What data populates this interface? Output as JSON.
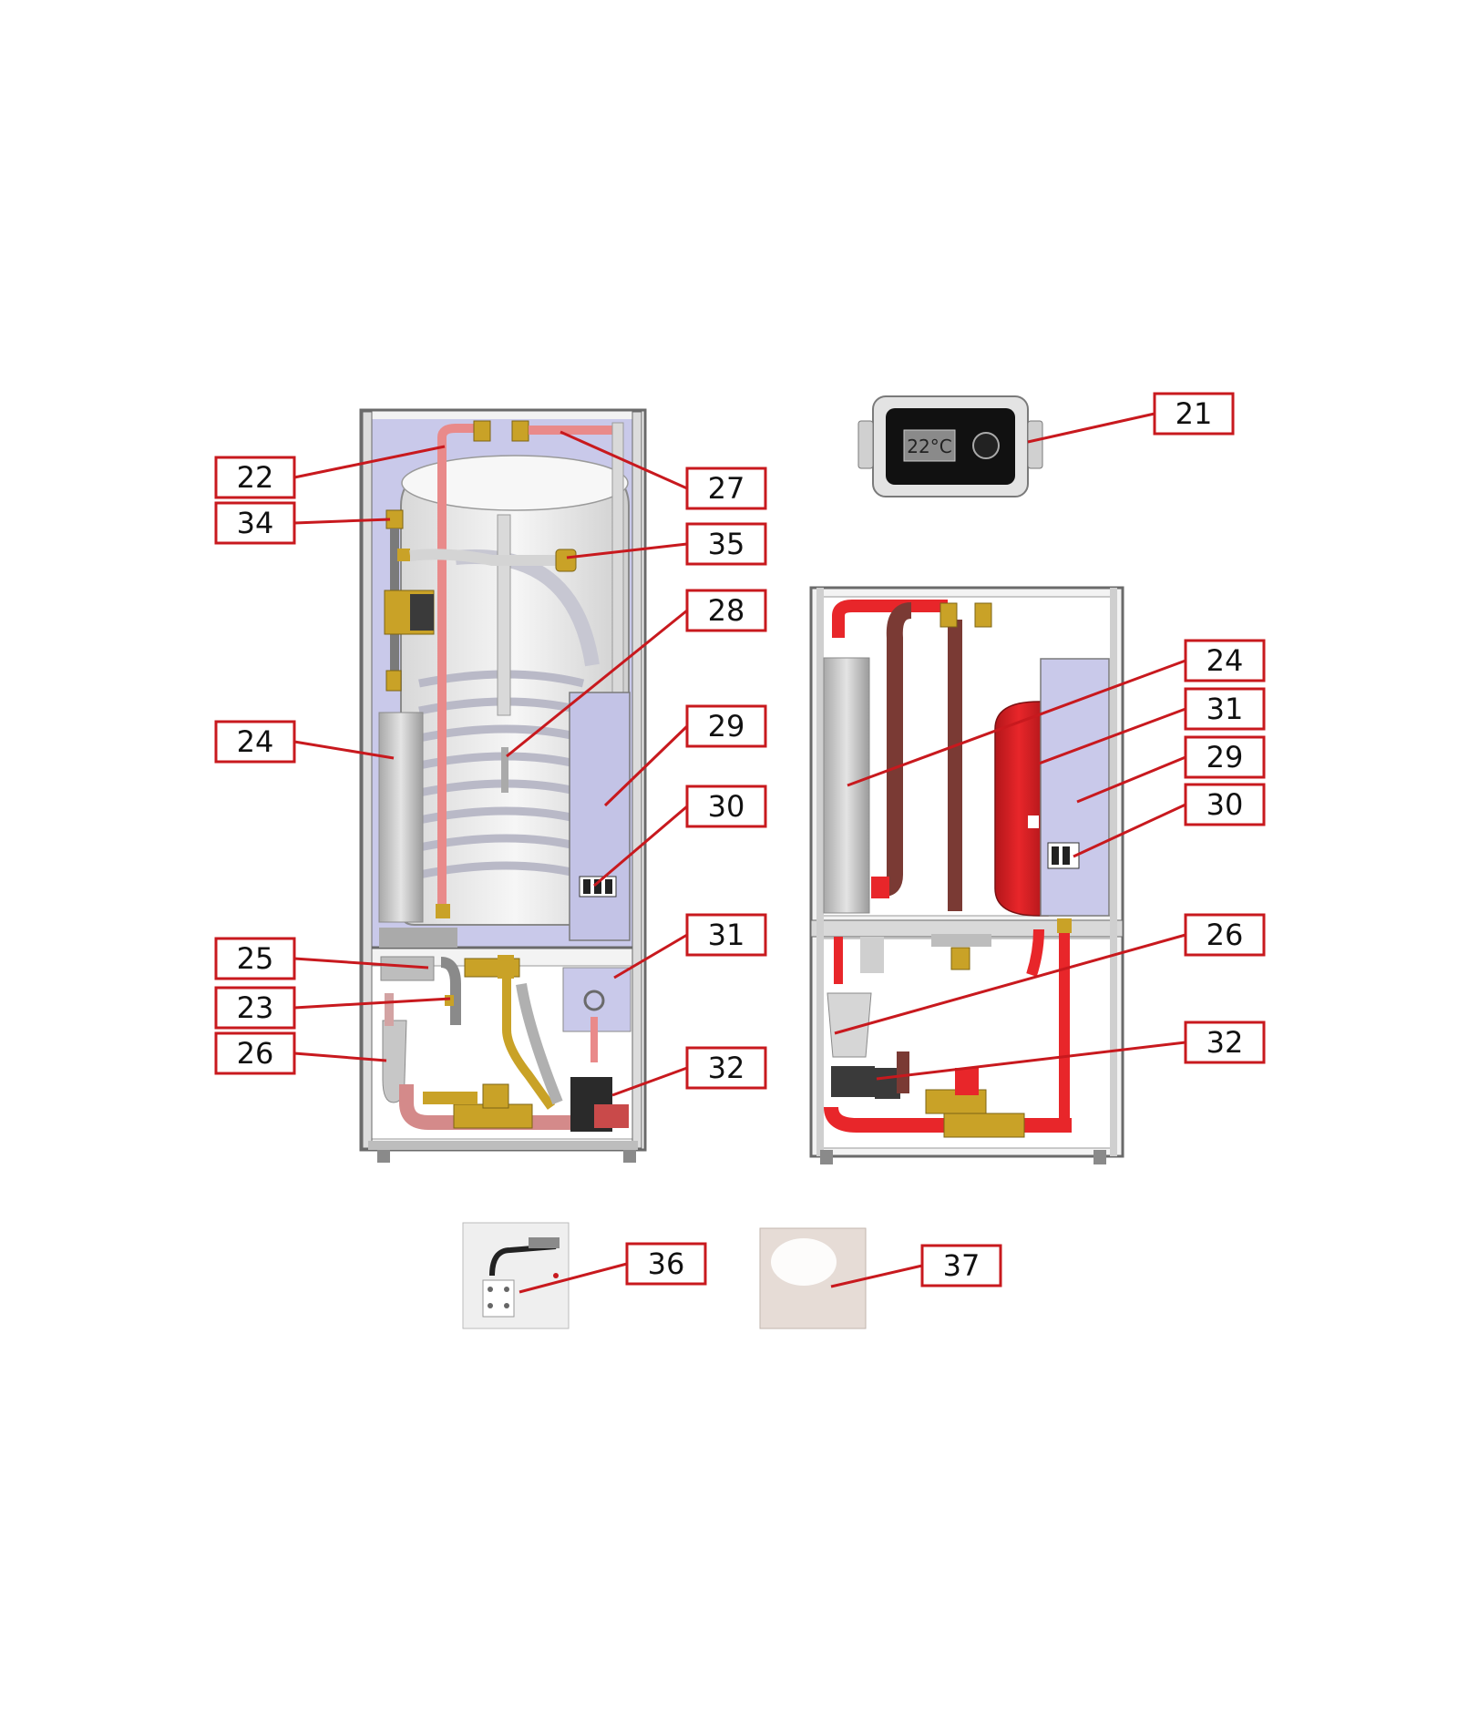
{
  "colors": {
    "callout_border": "#c8191e",
    "leader_line": "#c8191e",
    "panel_fill": "#c9c9ea",
    "frame": "#6a6a6a",
    "pipe_red": "#e8262a",
    "pipe_brown": "#7a3a34",
    "brass": "#c9a227",
    "tank_white": "#eeeeee",
    "display_black": "#111111"
  },
  "display": {
    "reading": "22°C"
  },
  "callouts": [
    {
      "id": "21",
      "label": "21"
    },
    {
      "id": "22",
      "label": "22"
    },
    {
      "id": "34",
      "label": "34"
    },
    {
      "id": "27",
      "label": "27"
    },
    {
      "id": "35",
      "label": "35"
    },
    {
      "id": "28",
      "label": "28"
    },
    {
      "id": "24a",
      "label": "24"
    },
    {
      "id": "29a",
      "label": "29"
    },
    {
      "id": "30a",
      "label": "30"
    },
    {
      "id": "31a",
      "label": "31"
    },
    {
      "id": "25",
      "label": "25"
    },
    {
      "id": "23",
      "label": "23"
    },
    {
      "id": "26a",
      "label": "26"
    },
    {
      "id": "32a",
      "label": "32"
    },
    {
      "id": "24b",
      "label": "24"
    },
    {
      "id": "31b",
      "label": "31"
    },
    {
      "id": "29b",
      "label": "29"
    },
    {
      "id": "30b",
      "label": "30"
    },
    {
      "id": "26b",
      "label": "26"
    },
    {
      "id": "32b",
      "label": "32"
    },
    {
      "id": "36",
      "label": "36"
    },
    {
      "id": "37",
      "label": "37"
    }
  ]
}
